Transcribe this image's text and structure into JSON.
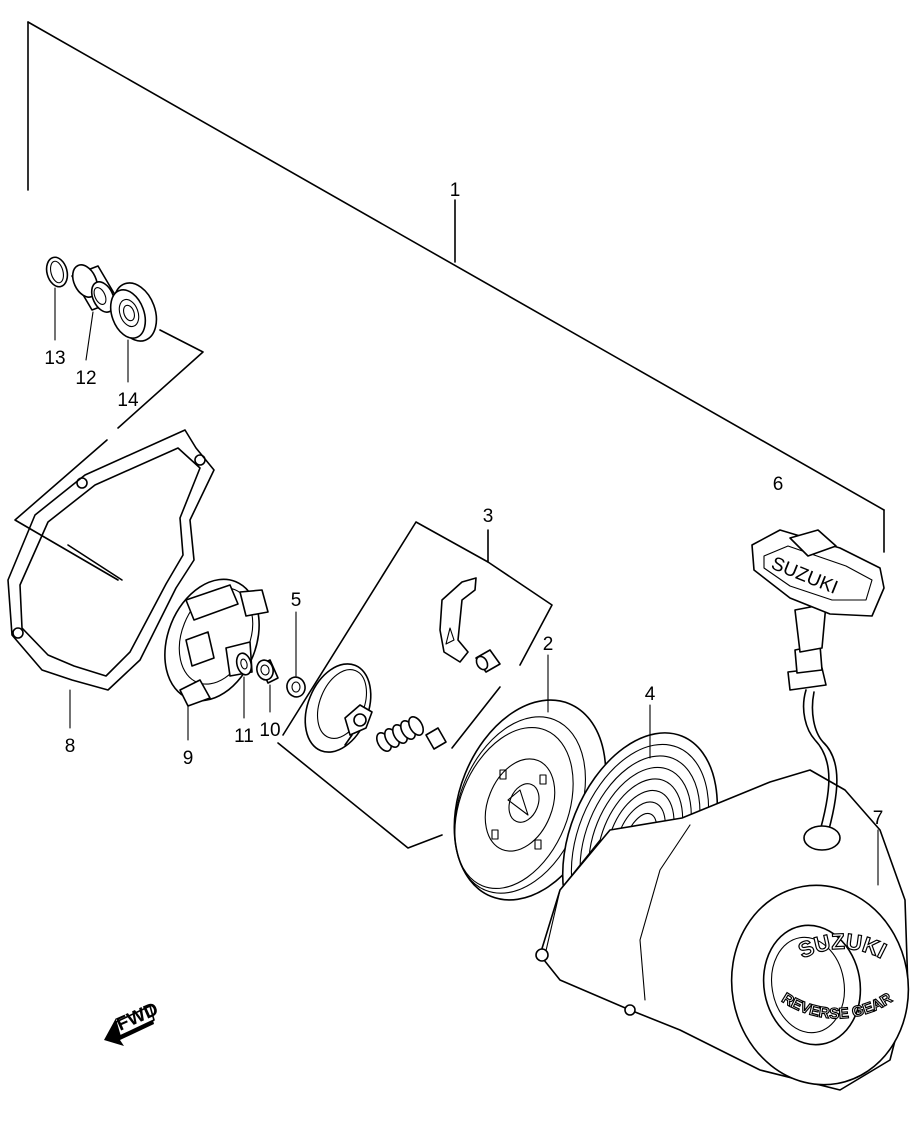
{
  "callouts": [
    {
      "id": "1",
      "label": "1"
    },
    {
      "id": "2",
      "label": "2"
    },
    {
      "id": "3",
      "label": "3"
    },
    {
      "id": "4",
      "label": "4"
    },
    {
      "id": "5",
      "label": "5"
    },
    {
      "id": "6",
      "label": "6"
    },
    {
      "id": "7",
      "label": "7"
    },
    {
      "id": "8",
      "label": "8"
    },
    {
      "id": "9",
      "label": "9"
    },
    {
      "id": "10",
      "label": "10"
    },
    {
      "id": "11",
      "label": "11"
    },
    {
      "id": "12",
      "label": "12"
    },
    {
      "id": "13",
      "label": "13"
    },
    {
      "id": "14",
      "label": "14"
    }
  ],
  "handle_logo": "SUZUKI",
  "cover_logo_top": "SUZUKI",
  "cover_logo_bottom": "REVERSE GEAR",
  "fwd_label": "FWD"
}
